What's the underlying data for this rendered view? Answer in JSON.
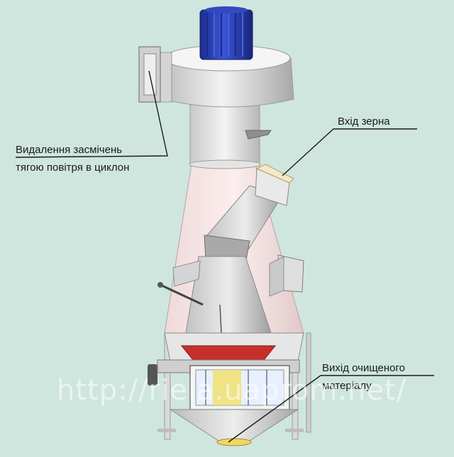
{
  "labels": {
    "debris_removal_line1": "Видалення засмічень",
    "debris_removal_line2": "тягою повітря в циклон",
    "grain_inlet": "Вхід зерна",
    "clean_outlet_line1": "Вихід очищеного",
    "clean_outlet_line2": "матеріалу"
  },
  "watermark": "http://riela.uaprom.net/",
  "colors": {
    "background": "#cfe6df",
    "motor": "#2a3fb0",
    "housing": "#dcdcdc",
    "cone": "#f1dcdc",
    "hopper": "#d8d8d8"
  }
}
